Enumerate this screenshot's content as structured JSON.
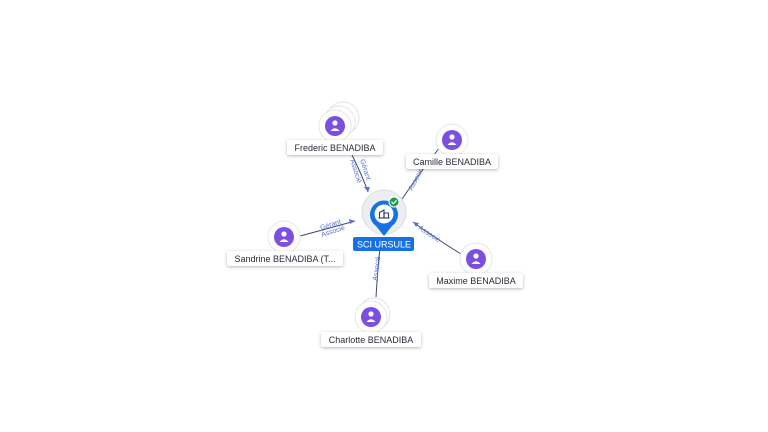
{
  "company": {
    "name": "SCI URSULE",
    "icon": "building-icon",
    "status_icon": "check-circle-icon",
    "accent": "#1771e6",
    "status_color": "#1d9c52"
  },
  "people": [
    {
      "id": "frederic",
      "name": "Frederic BENADIBA",
      "roles": [
        "Gérant",
        "Associé"
      ],
      "icon": "person-icon"
    },
    {
      "id": "camille",
      "name": "Camille BENADIBA",
      "roles": [
        "Associé"
      ],
      "icon": "person-icon"
    },
    {
      "id": "sandrine",
      "name": "Sandrine BENADIBA (T...",
      "roles": [
        "Gérant",
        "Associé"
      ],
      "icon": "person-icon"
    },
    {
      "id": "maxime",
      "name": "Maxime BENADIBA",
      "roles": [
        "Associé"
      ],
      "icon": "person-icon"
    },
    {
      "id": "charlotte",
      "name": "Charlotte BENADIBA",
      "roles": [
        "Associé"
      ],
      "icon": "person-icon"
    }
  ],
  "colors": {
    "person_node": "#7b4fe0",
    "edge_label": "#5a6fdc",
    "edge_line": "#3e4b6a"
  }
}
